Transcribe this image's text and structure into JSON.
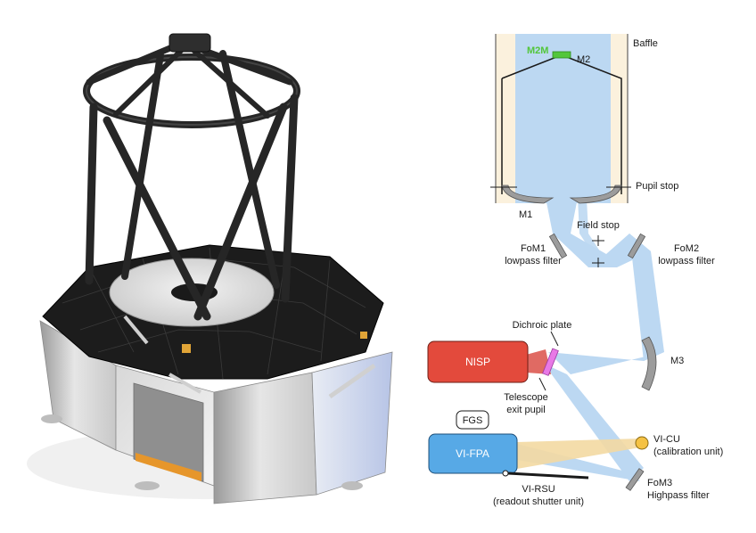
{
  "labels": {
    "baffle": "Baffle",
    "m2m": "M2M",
    "m2": "M2",
    "pupil_stop": "Pupil stop",
    "m1": "M1",
    "field_stop": "Field stop",
    "fom1_line1": "FoM1",
    "fom1_line2": "lowpass filter",
    "fom2_line1": "FoM2",
    "fom2_line2": "lowpass filter",
    "dichroic": "Dichroic plate",
    "nisp": "NISP",
    "m3": "M3",
    "exit_pupil_line1": "Telescope",
    "exit_pupil_line2": "exit pupil",
    "fgs": "FGS",
    "vi_fpa": "VI-FPA",
    "vi_cu_line1": "VI-CU",
    "vi_cu_line2": "(calibration unit)",
    "fom3_line1": "FoM3",
    "fom3_line2": "Highpass filter",
    "vi_rsu_line1": "VI-RSU",
    "vi_rsu_line2": "(readout shutter unit)"
  },
  "colors": {
    "beam": "#bcd8f2",
    "baffle_fill": "#fbf1dd",
    "nisp_box": "#e34a3c",
    "vi_fpa_box": "#57a9e6",
    "dichroic": "#e879e6",
    "m2m_green": "#53c63b",
    "vi_cu": "#f5c244",
    "mirror_gray": "#9c9c9c"
  }
}
